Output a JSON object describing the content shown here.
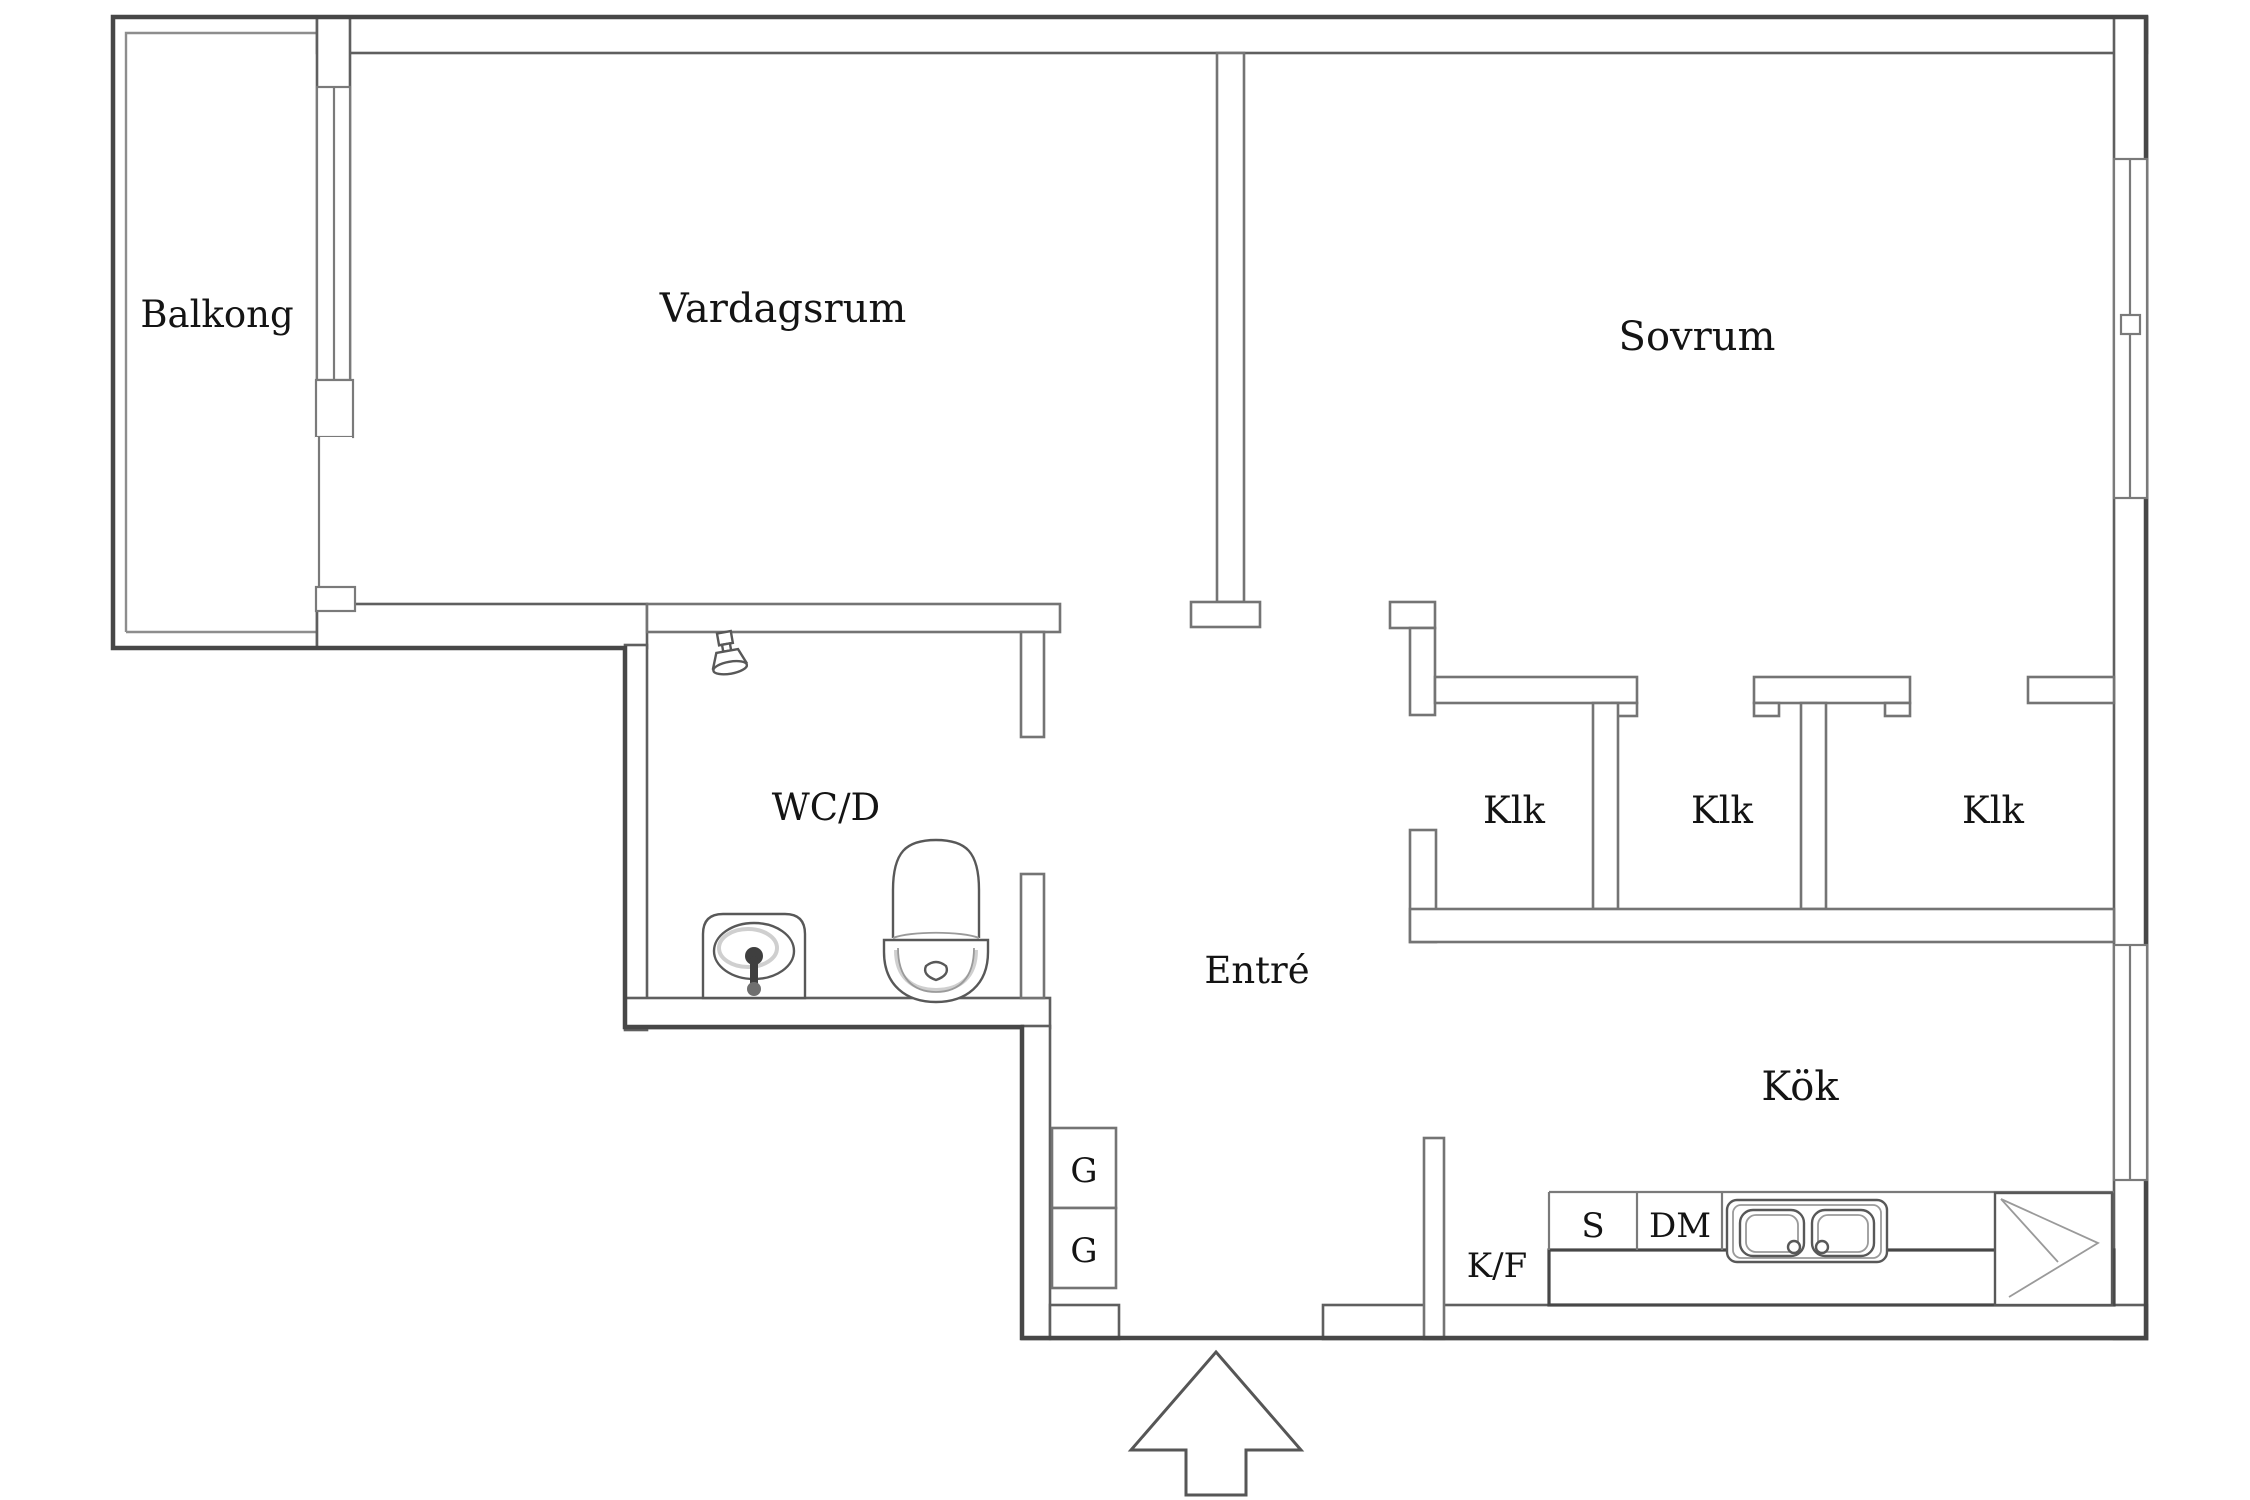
{
  "plan": {
    "title": "Swedish apartment floor plan",
    "rooms": [
      {
        "id": "balkong",
        "label": "Balkong"
      },
      {
        "id": "vardagsrum",
        "label": "Vardagsrum"
      },
      {
        "id": "sovrum",
        "label": "Sovrum"
      },
      {
        "id": "wcd",
        "label": "WC/D"
      },
      {
        "id": "klk-1",
        "label": "Klk"
      },
      {
        "id": "klk-2",
        "label": "Klk"
      },
      {
        "id": "klk-3",
        "label": "Klk"
      },
      {
        "id": "entre",
        "label": "Entré"
      },
      {
        "id": "kok",
        "label": "Kök"
      }
    ],
    "fixtures": {
      "fridge_freezer": "K/F",
      "stove": "S",
      "dishwasher": "DM",
      "wardrobes": [
        "G",
        "G"
      ]
    },
    "icons": {
      "toilet-icon": "toilet, top view outline",
      "bathroom-sink-icon": "washbasin with tap, top view",
      "shower-icon": "shower head on bathroom wall",
      "kitchen-sink-icon": "double-bowl kitchen sink, top view",
      "stove-icon": "cooktop square with diagonal fold marks",
      "entrance-arrow-icon": "outlined arrow pointing to entrance door"
    },
    "colors": {
      "background": "#ffffff",
      "exterior_wall_line": "#474747",
      "interior_wall_line": "#747474",
      "balcony_line": "#8d8d8d",
      "fixture_line": "#585858",
      "fixture_shade": "#cfcfcf",
      "label_text": "#141414"
    }
  }
}
